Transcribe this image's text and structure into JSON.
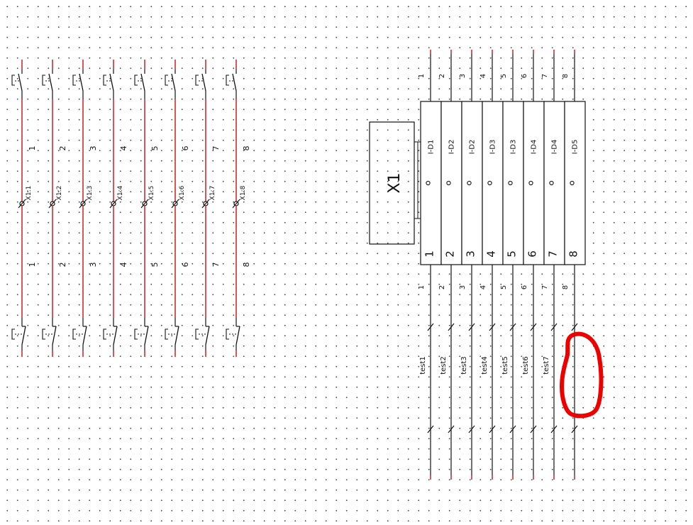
{
  "schematic": {
    "colors": {
      "wire": "#111111",
      "wire_highlight": "#cc1f1f",
      "annotation": "#ee0000",
      "grid_dot": "#555555",
      "gray_text": "#666666"
    },
    "switch_circuits": [
      {
        "top_number": "1",
        "bottom_number": "1",
        "terminal": "X1:1"
      },
      {
        "top_number": "2",
        "bottom_number": "2",
        "terminal": "X1:2"
      },
      {
        "top_number": "3",
        "bottom_number": "3",
        "terminal": "X1:3"
      },
      {
        "top_number": "4",
        "bottom_number": "4",
        "terminal": "X1:4"
      },
      {
        "top_number": "5",
        "bottom_number": "5",
        "terminal": "X1:5"
      },
      {
        "top_number": "6",
        "bottom_number": "6",
        "terminal": "X1:6"
      },
      {
        "top_number": "7",
        "bottom_number": "7",
        "terminal": "X1:7"
      },
      {
        "top_number": "8",
        "bottom_number": "8",
        "terminal": "X1:8"
      }
    ],
    "terminal_block": {
      "name": "X1",
      "rows": [
        {
          "top_wire": "1",
          "target": "I-D1",
          "position": "1",
          "bottom_wire": "1",
          "cable": "test1"
        },
        {
          "top_wire": "2",
          "target": "I-D2",
          "position": "2",
          "bottom_wire": "2",
          "cable": "test2"
        },
        {
          "top_wire": "3",
          "target": "I-D2",
          "position": "3",
          "bottom_wire": "3",
          "cable": "test3"
        },
        {
          "top_wire": "4",
          "target": "I-D3",
          "position": "4",
          "bottom_wire": "4",
          "cable": "test4"
        },
        {
          "top_wire": "5",
          "target": "I-D3",
          "position": "5",
          "bottom_wire": "5",
          "cable": "test5"
        },
        {
          "top_wire": "6",
          "target": "I-D4",
          "position": "6",
          "bottom_wire": "6",
          "cable": "test6"
        },
        {
          "top_wire": "7",
          "target": "I-D4",
          "position": "7",
          "bottom_wire": "7",
          "cable": "test7"
        },
        {
          "top_wire": "8",
          "target": "I-D5",
          "position": "8",
          "bottom_wire": "8",
          "cable": ""
        }
      ]
    }
  }
}
